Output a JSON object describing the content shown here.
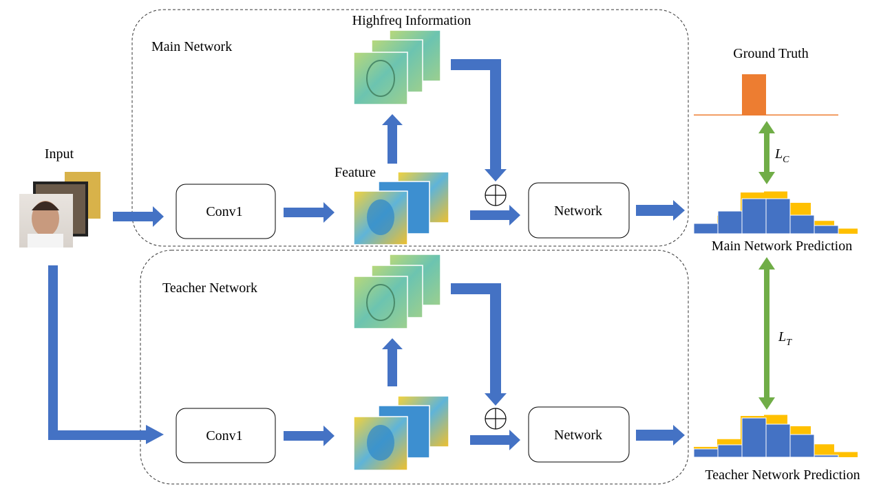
{
  "labels": {
    "input": "Input",
    "main_network": "Main Network",
    "teacher_network": "Teacher Network",
    "highfreq_information": "Highfreq Information",
    "feature": "Feature",
    "conv1_main": "Conv1",
    "conv1_teacher": "Conv1",
    "network_main": "Network",
    "network_teacher": "Network",
    "ground_truth": "Ground Truth",
    "main_prediction": "Main Network Prediction",
    "teacher_prediction": "Teacher Network Prediction",
    "loss_c_base": "L",
    "loss_c_sub": "C",
    "loss_t_base": "L",
    "loss_t_sub": "T"
  },
  "colors": {
    "arrow_blue": "#4472c4",
    "loss_green": "#70ad47",
    "gt_orange": "#ed7d31",
    "pred_yellow": "#ffc000",
    "pred_blue": "#4472c4",
    "feature_yellow": "#f2c230",
    "highfreq_green": "#8fd1a0"
  },
  "histograms": {
    "ground_truth": [
      0.02,
      0.0,
      1.0,
      0.0,
      0.0,
      0.02
    ],
    "main_yellow": [
      0.2,
      0.35,
      0.8,
      0.82,
      0.6,
      0.25,
      0.1
    ],
    "main_blue": [
      0.25,
      0.55,
      0.85,
      0.85,
      0.45,
      0.2
    ],
    "teacher_yellow": [
      0.2,
      0.35,
      0.8,
      0.82,
      0.6,
      0.25,
      0.1
    ],
    "teacher_blue": [
      0.2,
      0.3,
      0.95,
      0.8,
      0.55,
      0.05
    ]
  }
}
